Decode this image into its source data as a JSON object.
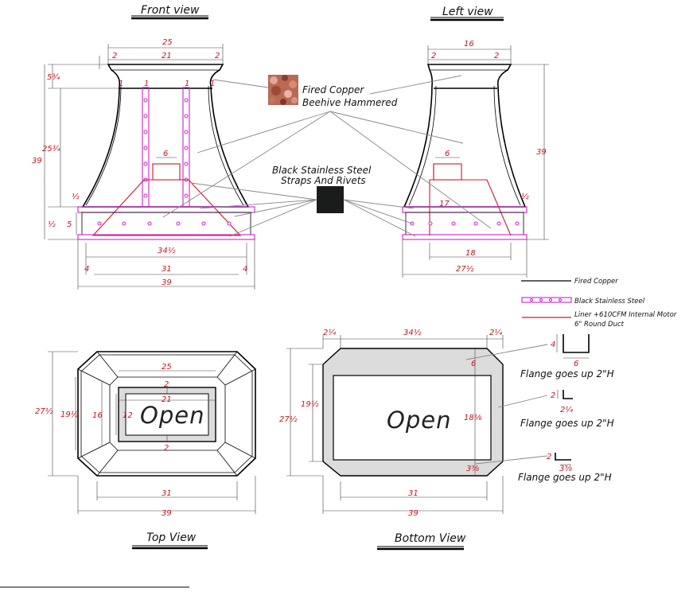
{
  "titles": {
    "front": "Front view",
    "left": "Left view",
    "top": "Top View",
    "bottom": "Bottom View"
  },
  "materials": {
    "copper_line1": "Fired Copper",
    "copper_line2": "Beehive Hammered",
    "steel_line1": "Black Stainless Steel",
    "steel_line2": "Straps And Rivets"
  },
  "legend": {
    "copper": "Fired Copper",
    "steel": "Black Stainless Steel",
    "liner_line1": "Liner +610CFM Internal Motor",
    "liner_line2": "6\" Round Duct"
  },
  "flanges": {
    "f1": "Flange goes up 2\"H",
    "f2": "Flange goes up 2\"H",
    "f3": "Flange goes up 2\"H"
  },
  "open_text": {
    "top": "Open",
    "bottom": "Open"
  },
  "dims": {
    "front": {
      "top_width": "25",
      "left_2": "2",
      "mid_21": "21",
      "right_2": "2",
      "h_5_34": "5¾",
      "h_25_34": "25¾",
      "h_39": "39",
      "band_12": "½",
      "base_12": "½",
      "base_5": "5",
      "duct_6": "6",
      "one_a": "1",
      "one_b": "1",
      "one_c": "1",
      "one_d": "1",
      "w_34_12": "34½",
      "w_31": "31",
      "off_4l": "4",
      "off_4r": "4",
      "w_39": "39"
    },
    "left": {
      "top_16": "16",
      "l2": "2",
      "r2": "2",
      "h_39": "39",
      "duct_6": "6",
      "band_12": "½",
      "liner_17": "17",
      "w_18": "18",
      "w_27_12": "27½"
    },
    "top": {
      "w_25": "25",
      "d_2a": "2",
      "w_21": "21",
      "d_2b": "2",
      "h_27_12": "27½",
      "h_19_12": "19½",
      "h_16": "16",
      "h_12": "12",
      "w_31": "31",
      "w_39": "39"
    },
    "bottom": {
      "w_34_12": "34½",
      "c_l": "2¼",
      "c_r": "2¼",
      "h_27_12": "27½",
      "h_19_12": "19½",
      "d_6": "6",
      "h_18_18": "18⅛",
      "d_3_38": "3⅜",
      "w_31": "31",
      "w_39": "39",
      "f1_4": "4",
      "f1_6": "6",
      "f2_2": "2",
      "f2_2_14": "2¼",
      "f3_2": "2",
      "f3_3_38": "3⅜"
    }
  },
  "colors": {
    "copper_line": "#000000",
    "steel": "#d020d0",
    "liner": "#e01020",
    "dimension": "#d0101a",
    "panel_fill": "#dcdcdc"
  }
}
